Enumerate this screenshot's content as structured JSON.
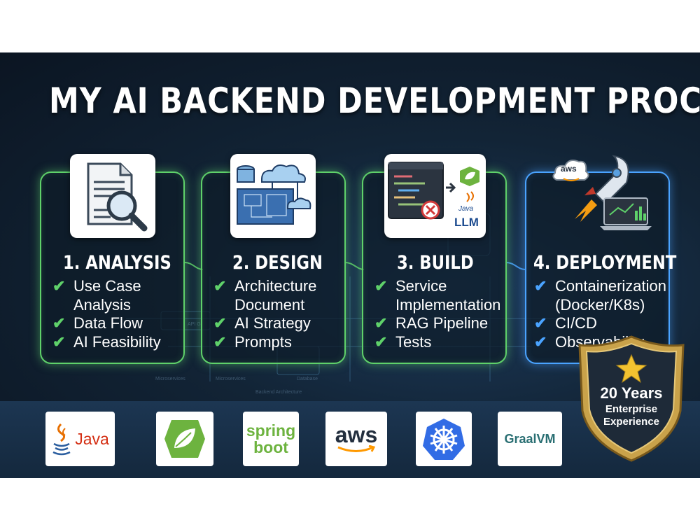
{
  "title": "MY AI BACKEND DEVELOPMENT PROCESS",
  "steps": [
    {
      "heading": "1. ANALYSIS",
      "items": [
        [
          "Use Case",
          "Analysis"
        ],
        [
          "Data Flow"
        ],
        [
          "AI Feasibility"
        ]
      ]
    },
    {
      "heading": "2. DESIGN",
      "items": [
        [
          "Architecture",
          "Document"
        ],
        [
          "AI Strategy"
        ],
        [
          "Prompts"
        ]
      ]
    },
    {
      "heading": "3. BUILD",
      "items": [
        [
          "Service",
          "Implementation"
        ],
        [
          "RAG Pipeline"
        ],
        [
          "Tests"
        ]
      ]
    },
    {
      "heading": "4. DEPLOYMENT",
      "items": [
        [
          "Containerization",
          "(Docker/K8s)"
        ],
        [
          "CI/CD"
        ],
        [
          "Observability"
        ]
      ]
    }
  ],
  "build_icon": {
    "java_label": "Java",
    "llm_label": "LLM"
  },
  "deploy_icon": {
    "aws_label": "aws"
  },
  "background_labels": {
    "api": "API G",
    "microservices_1": "Microservices",
    "microservices_2": "Microservices",
    "database": "Database",
    "backend": "Backend Architecture"
  },
  "logos": {
    "java": "Java",
    "spring_boot_line1": "spring",
    "spring_boot_line2": "boot",
    "aws": "aws",
    "graalvm": "GraalVM"
  },
  "badge": {
    "line1": "20 Years",
    "line2": "Enterprise",
    "line3": "Experience"
  },
  "colors": {
    "accent_green": "#5fd16a",
    "accent_blue": "#4aa3ff",
    "badge_gold": "#c9a24a",
    "background": "#122436"
  }
}
